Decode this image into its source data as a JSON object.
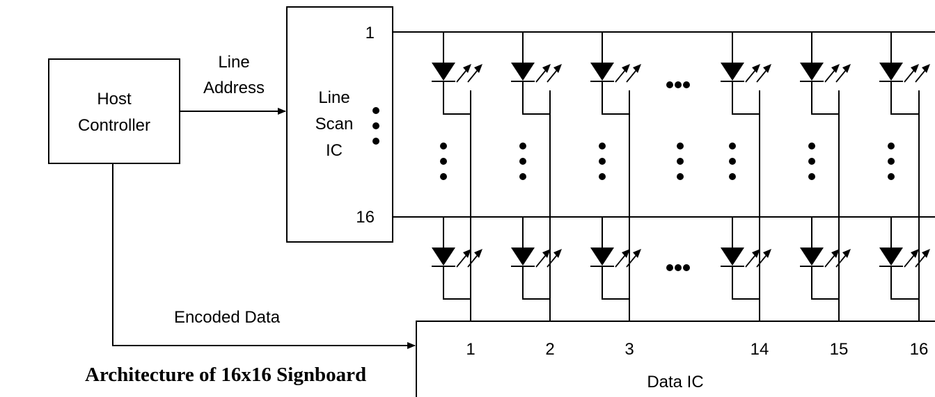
{
  "host": {
    "line1": "Host",
    "line2": "Controller"
  },
  "line_address": {
    "line1": "Line",
    "line2": "Address"
  },
  "line_scan_ic": {
    "line1": "Line",
    "line2": "Scan",
    "line3": "IC",
    "pin_top": "1",
    "pin_bottom": "16"
  },
  "encoded_data": "Encoded Data",
  "data_ic": {
    "label": "Data IC",
    "pins": [
      "1",
      "2",
      "3",
      "14",
      "15",
      "16"
    ]
  },
  "title": "Architecture of 16x16 Signboard"
}
